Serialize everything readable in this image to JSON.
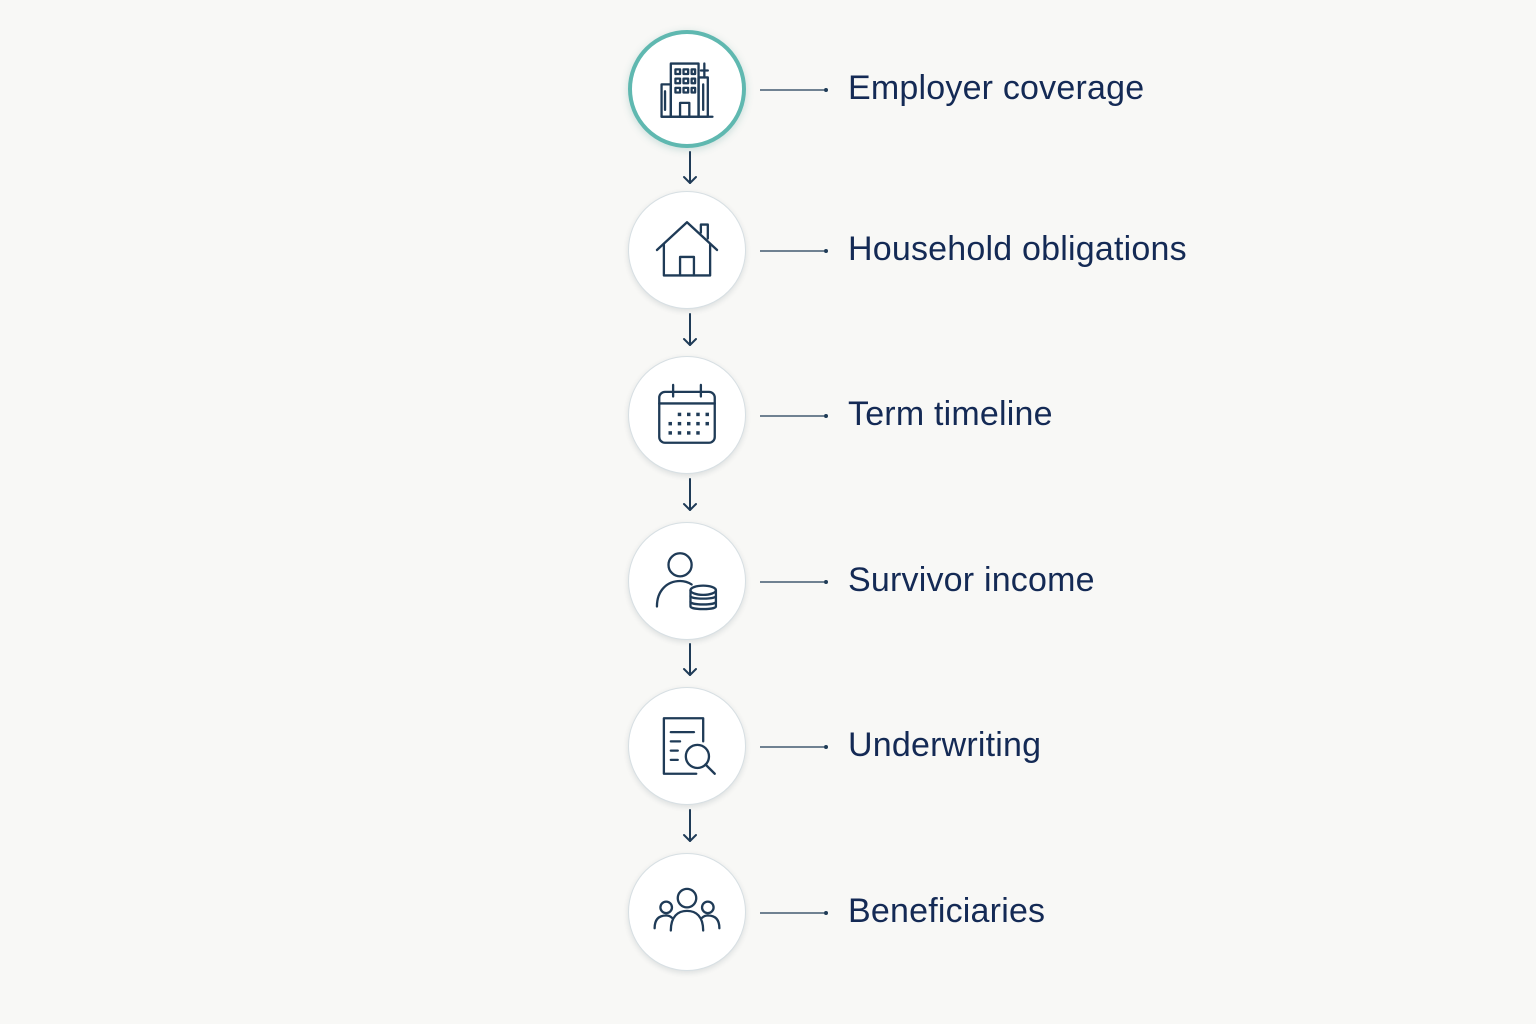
{
  "colors": {
    "background": "#f8f8f6",
    "ink": "#142a55",
    "icon": "#1f3b57",
    "accent": "#5fb8b0"
  },
  "steps": [
    {
      "label": "Employer coverage",
      "icon": "building-icon",
      "active": true
    },
    {
      "label": "Household obligations",
      "icon": "house-icon",
      "active": false
    },
    {
      "label": "Term timeline",
      "icon": "calendar-icon",
      "active": false
    },
    {
      "label": "Survivor income",
      "icon": "person-coins-icon",
      "active": false
    },
    {
      "label": "Underwriting",
      "icon": "document-search-icon",
      "active": false
    },
    {
      "label": "Beneficiaries",
      "icon": "group-icon",
      "active": false
    }
  ]
}
